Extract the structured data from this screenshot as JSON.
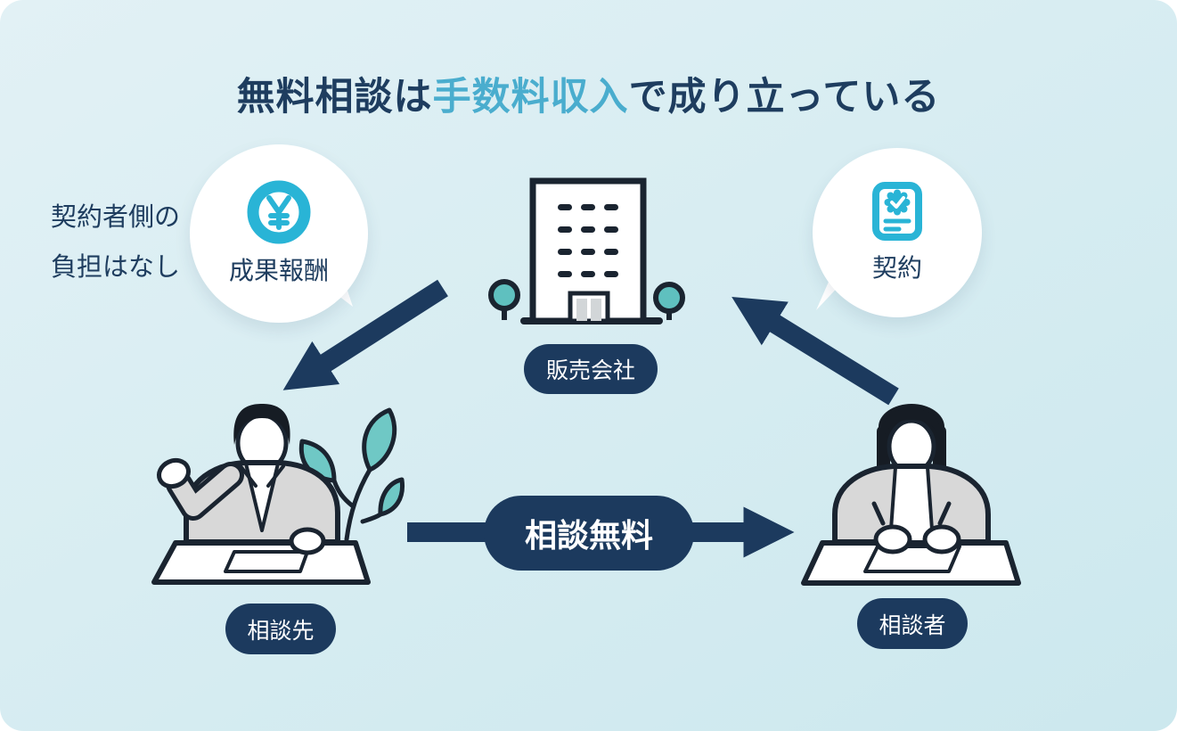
{
  "title": {
    "prefix": "無料相談は",
    "highlight": "手数料収入",
    "suffix": "で成り立っている"
  },
  "side_note": {
    "line1": "契約者側の",
    "line2": "負担はなし"
  },
  "reward_bubble": {
    "label": "成果報酬",
    "icon": "yen-coin-icon"
  },
  "contract_bubble": {
    "label": "契約",
    "icon": "contract-document-icon"
  },
  "company": {
    "label": "販売会社",
    "icon": "office-building-icon"
  },
  "advisor": {
    "label": "相談先",
    "icon": "advisor-person-icon"
  },
  "consulter": {
    "label": "相談者",
    "icon": "consulter-person-icon"
  },
  "free_arrow": {
    "label": "相談無料"
  },
  "colors": {
    "background_start": "#e2f1f5",
    "background_end": "#cce8ee",
    "navy": "#1c3a5e",
    "title_navy": "#1e3d5f",
    "highlight_blue": "#4aadce",
    "icon_cyan": "#29b4d6",
    "leaf_teal": "#5fc0bf",
    "outline_dark": "#1a2430",
    "clothing_gray": "#d8d8d8",
    "white": "#ffffff"
  }
}
